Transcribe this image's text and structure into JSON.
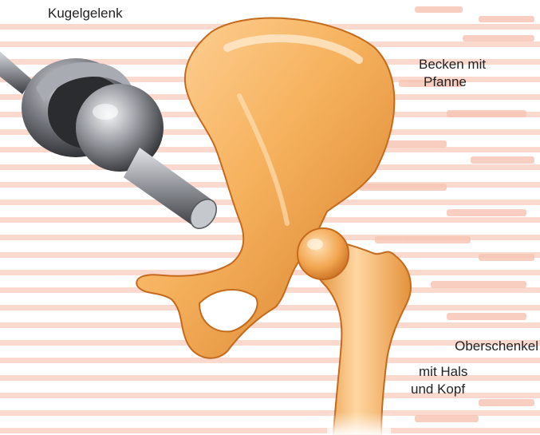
{
  "labels": {
    "ball_joint": "Kugelgelenk",
    "pelvis_line1": "Becken mit",
    "pelvis_line2": "Pfanne",
    "femur_line1": "Oberschenkel",
    "femur_line2": "mit Hals",
    "femur_line3": "und Kopf"
  },
  "colors": {
    "stripe": "#fbd9cf",
    "bone": "#f2a24e",
    "bone_highlight": "#ffd39a",
    "bone_shadow": "#c9701f",
    "metal": "#8d9096",
    "metal_dark": "#3c3e43",
    "metal_light": "#e6e8ec",
    "text": "#222222"
  },
  "icons": {
    "ball_joint": "ball-joint-illustration",
    "pelvis": "pelvis-illustration",
    "femur": "femur-illustration"
  }
}
